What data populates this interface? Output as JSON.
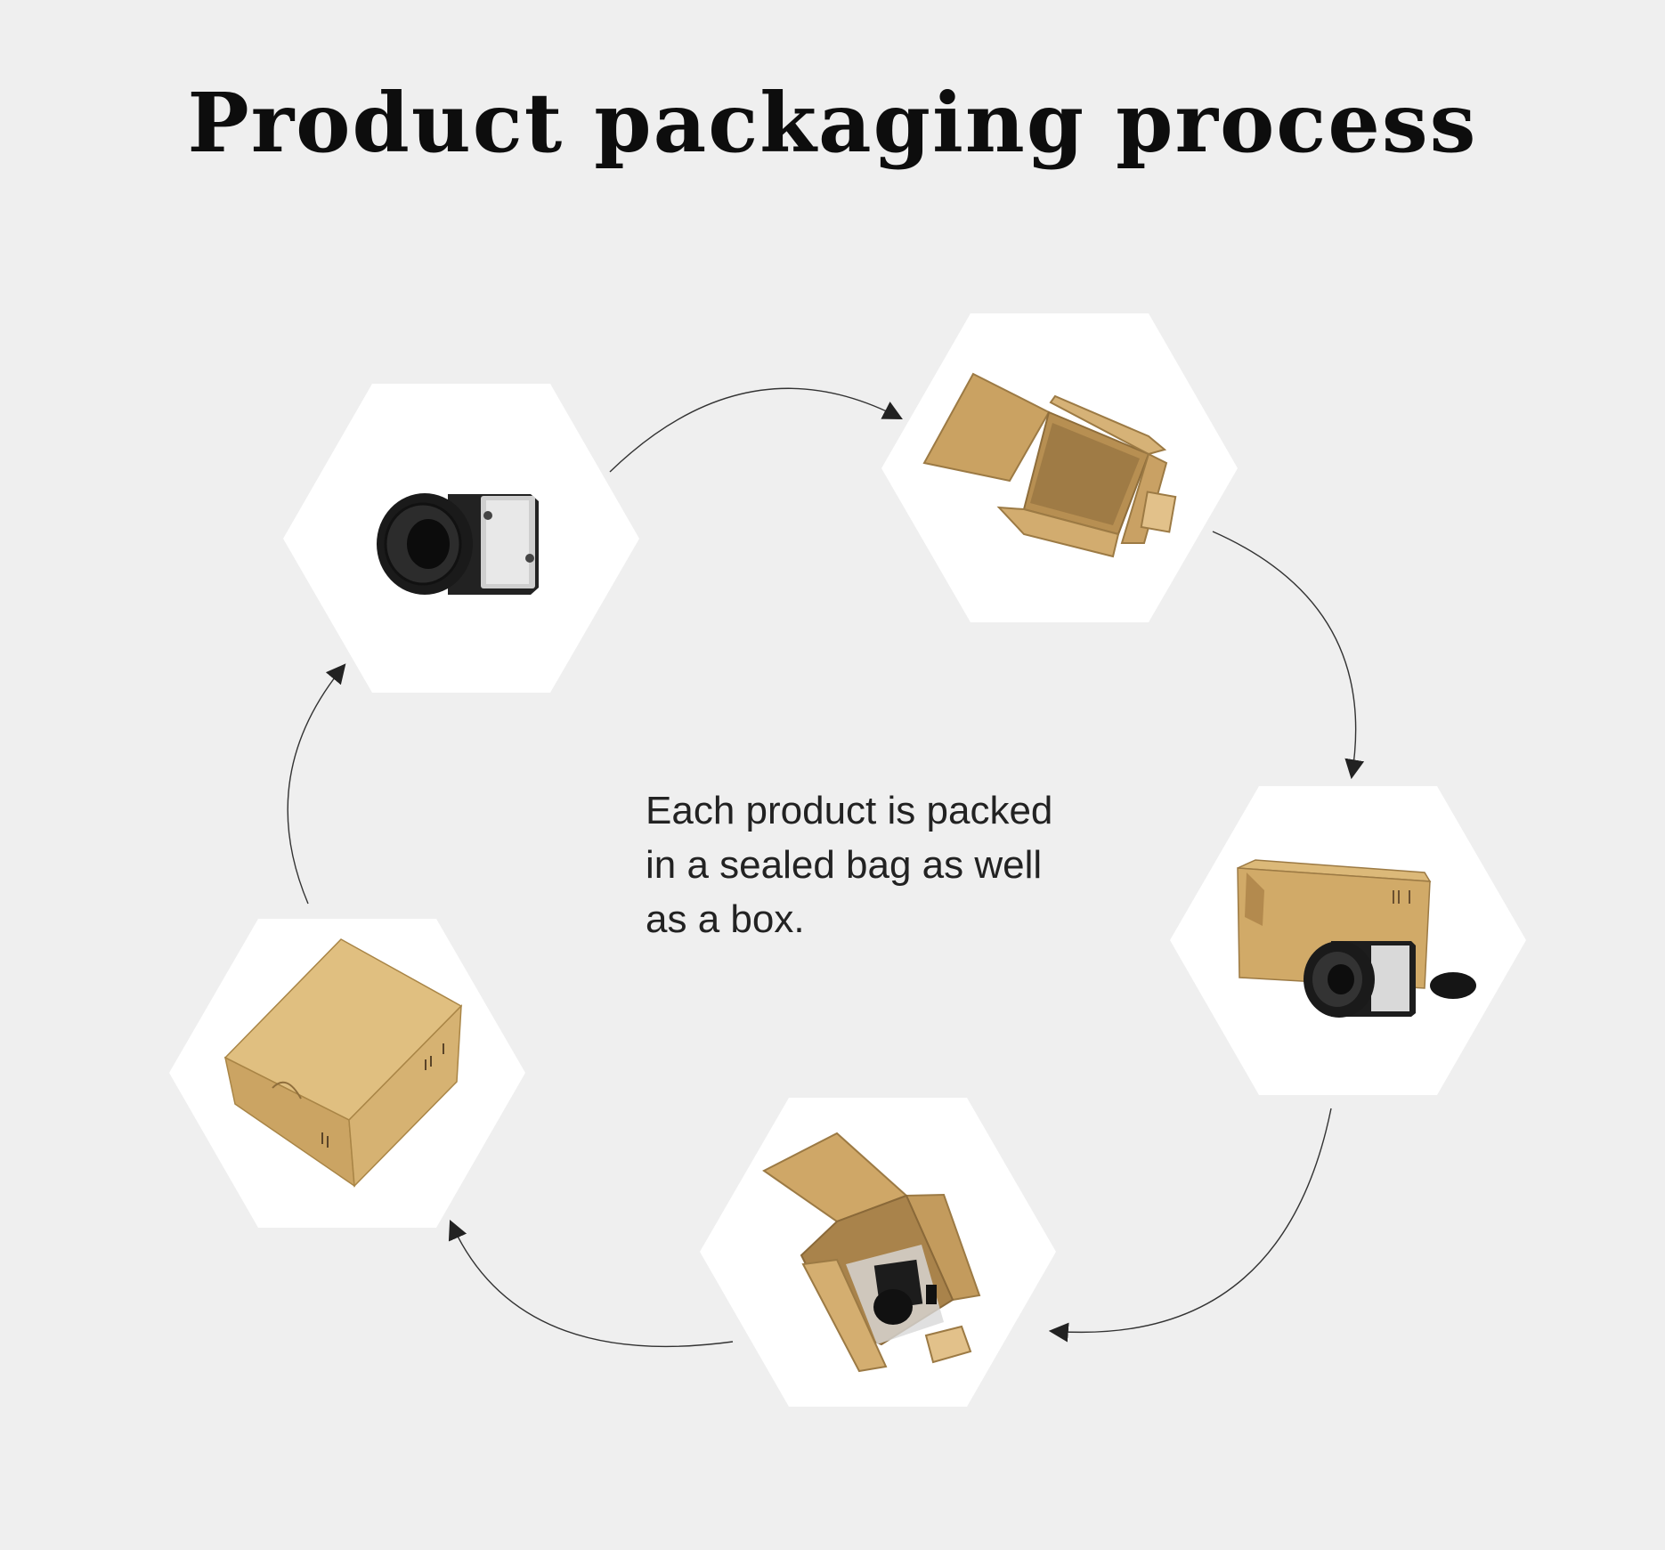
{
  "title": "Product packaging process",
  "caption": {
    "line1": "Each product is packed",
    "line2": "in a sealed bag as well",
    "line3": "as a box."
  },
  "colors": {
    "background": "#efefef",
    "hexagon": "#ffffff",
    "cardboard": "#d4ad6e",
    "camera": "#1c1c1c",
    "arrow": "#222222"
  },
  "steps": [
    {
      "icon": "camera-icon"
    },
    {
      "icon": "open-box-icon"
    },
    {
      "icon": "camera-beside-box-icon"
    },
    {
      "icon": "camera-in-open-box-icon"
    },
    {
      "icon": "closed-box-icon"
    }
  ]
}
